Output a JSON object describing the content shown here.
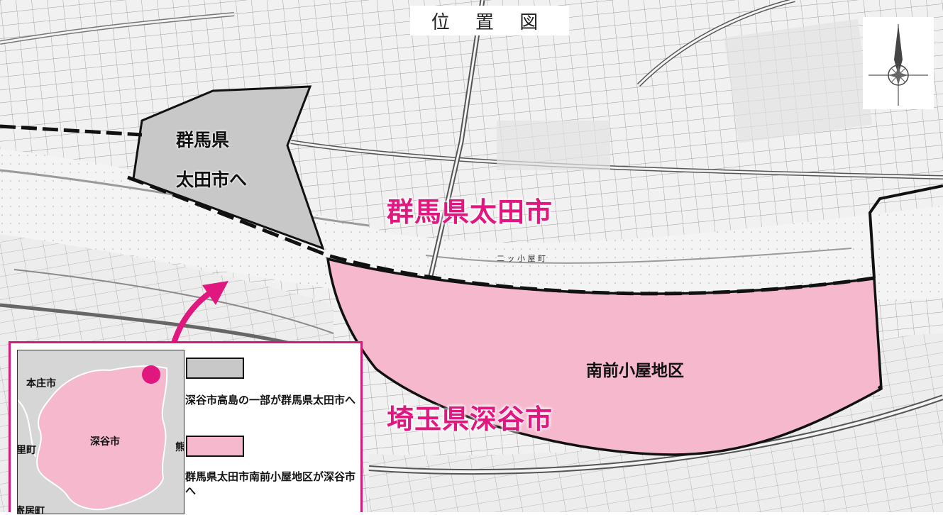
{
  "map": {
    "title": "位 置 図",
    "labels": {
      "gunma_area_line1": "群馬県",
      "gunma_area_line2": "太田市へ",
      "gunma_ota": "群馬県太田市",
      "saitama_fukaya": "埼玉県深谷市",
      "minamimaegoya": "南前小屋地区",
      "map_text_futatsu": "二 ッ 小 屋 町"
    },
    "colors": {
      "accent_magenta": "#e0177f",
      "gunma_area_fill": "#c8c8c8",
      "minamimaegoya_fill": "#f6b8cd",
      "boundary": "#111111"
    },
    "icons": [
      "compass-rose-icon",
      "arrow-icon"
    ]
  },
  "legend": {
    "inset_labels": {
      "honjo": "本庄市",
      "fukaya": "深谷市",
      "left_cut": "里町",
      "right_cut": "熊",
      "bottom_cut": "寄居町"
    },
    "item1_text": "深谷市高島の一部が群馬県太田市へ",
    "item2_text": "群馬県太田市南前小屋地区が深谷市へ"
  }
}
